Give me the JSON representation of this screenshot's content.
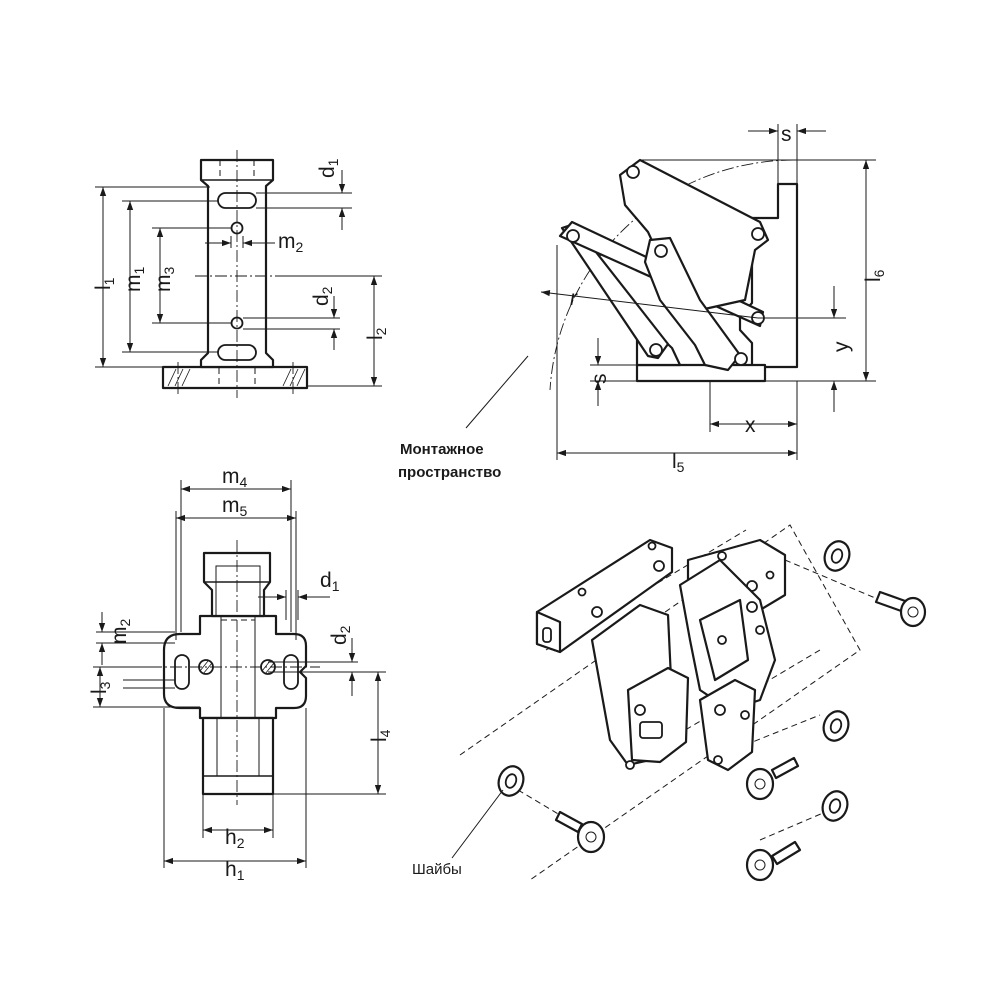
{
  "labels": {
    "d1": {
      "main": "d",
      "sub": "1"
    },
    "d2": {
      "main": "d",
      "sub": "2"
    },
    "m1": {
      "main": "m",
      "sub": "1"
    },
    "m2": {
      "main": "m",
      "sub": "2"
    },
    "m3": {
      "main": "m",
      "sub": "3"
    },
    "m4": {
      "main": "m",
      "sub": "4"
    },
    "m5": {
      "main": "m",
      "sub": "5"
    },
    "l1": {
      "main": "l",
      "sub": "1"
    },
    "l2": {
      "main": "l",
      "sub": "2"
    },
    "l3": {
      "main": "l",
      "sub": "3"
    },
    "l4": {
      "main": "l",
      "sub": "4"
    },
    "l5": {
      "main": "l",
      "sub": "5"
    },
    "l6": {
      "main": "l",
      "sub": "6"
    },
    "h1": {
      "main": "h",
      "sub": "1"
    },
    "h2": {
      "main": "h",
      "sub": "2"
    },
    "s": "s",
    "r": "r",
    "x": "x",
    "y": "y"
  },
  "notes": {
    "mounting_space_line1": "Монтажное",
    "mounting_space_line2": "пространство",
    "washers": "Шайбы"
  }
}
